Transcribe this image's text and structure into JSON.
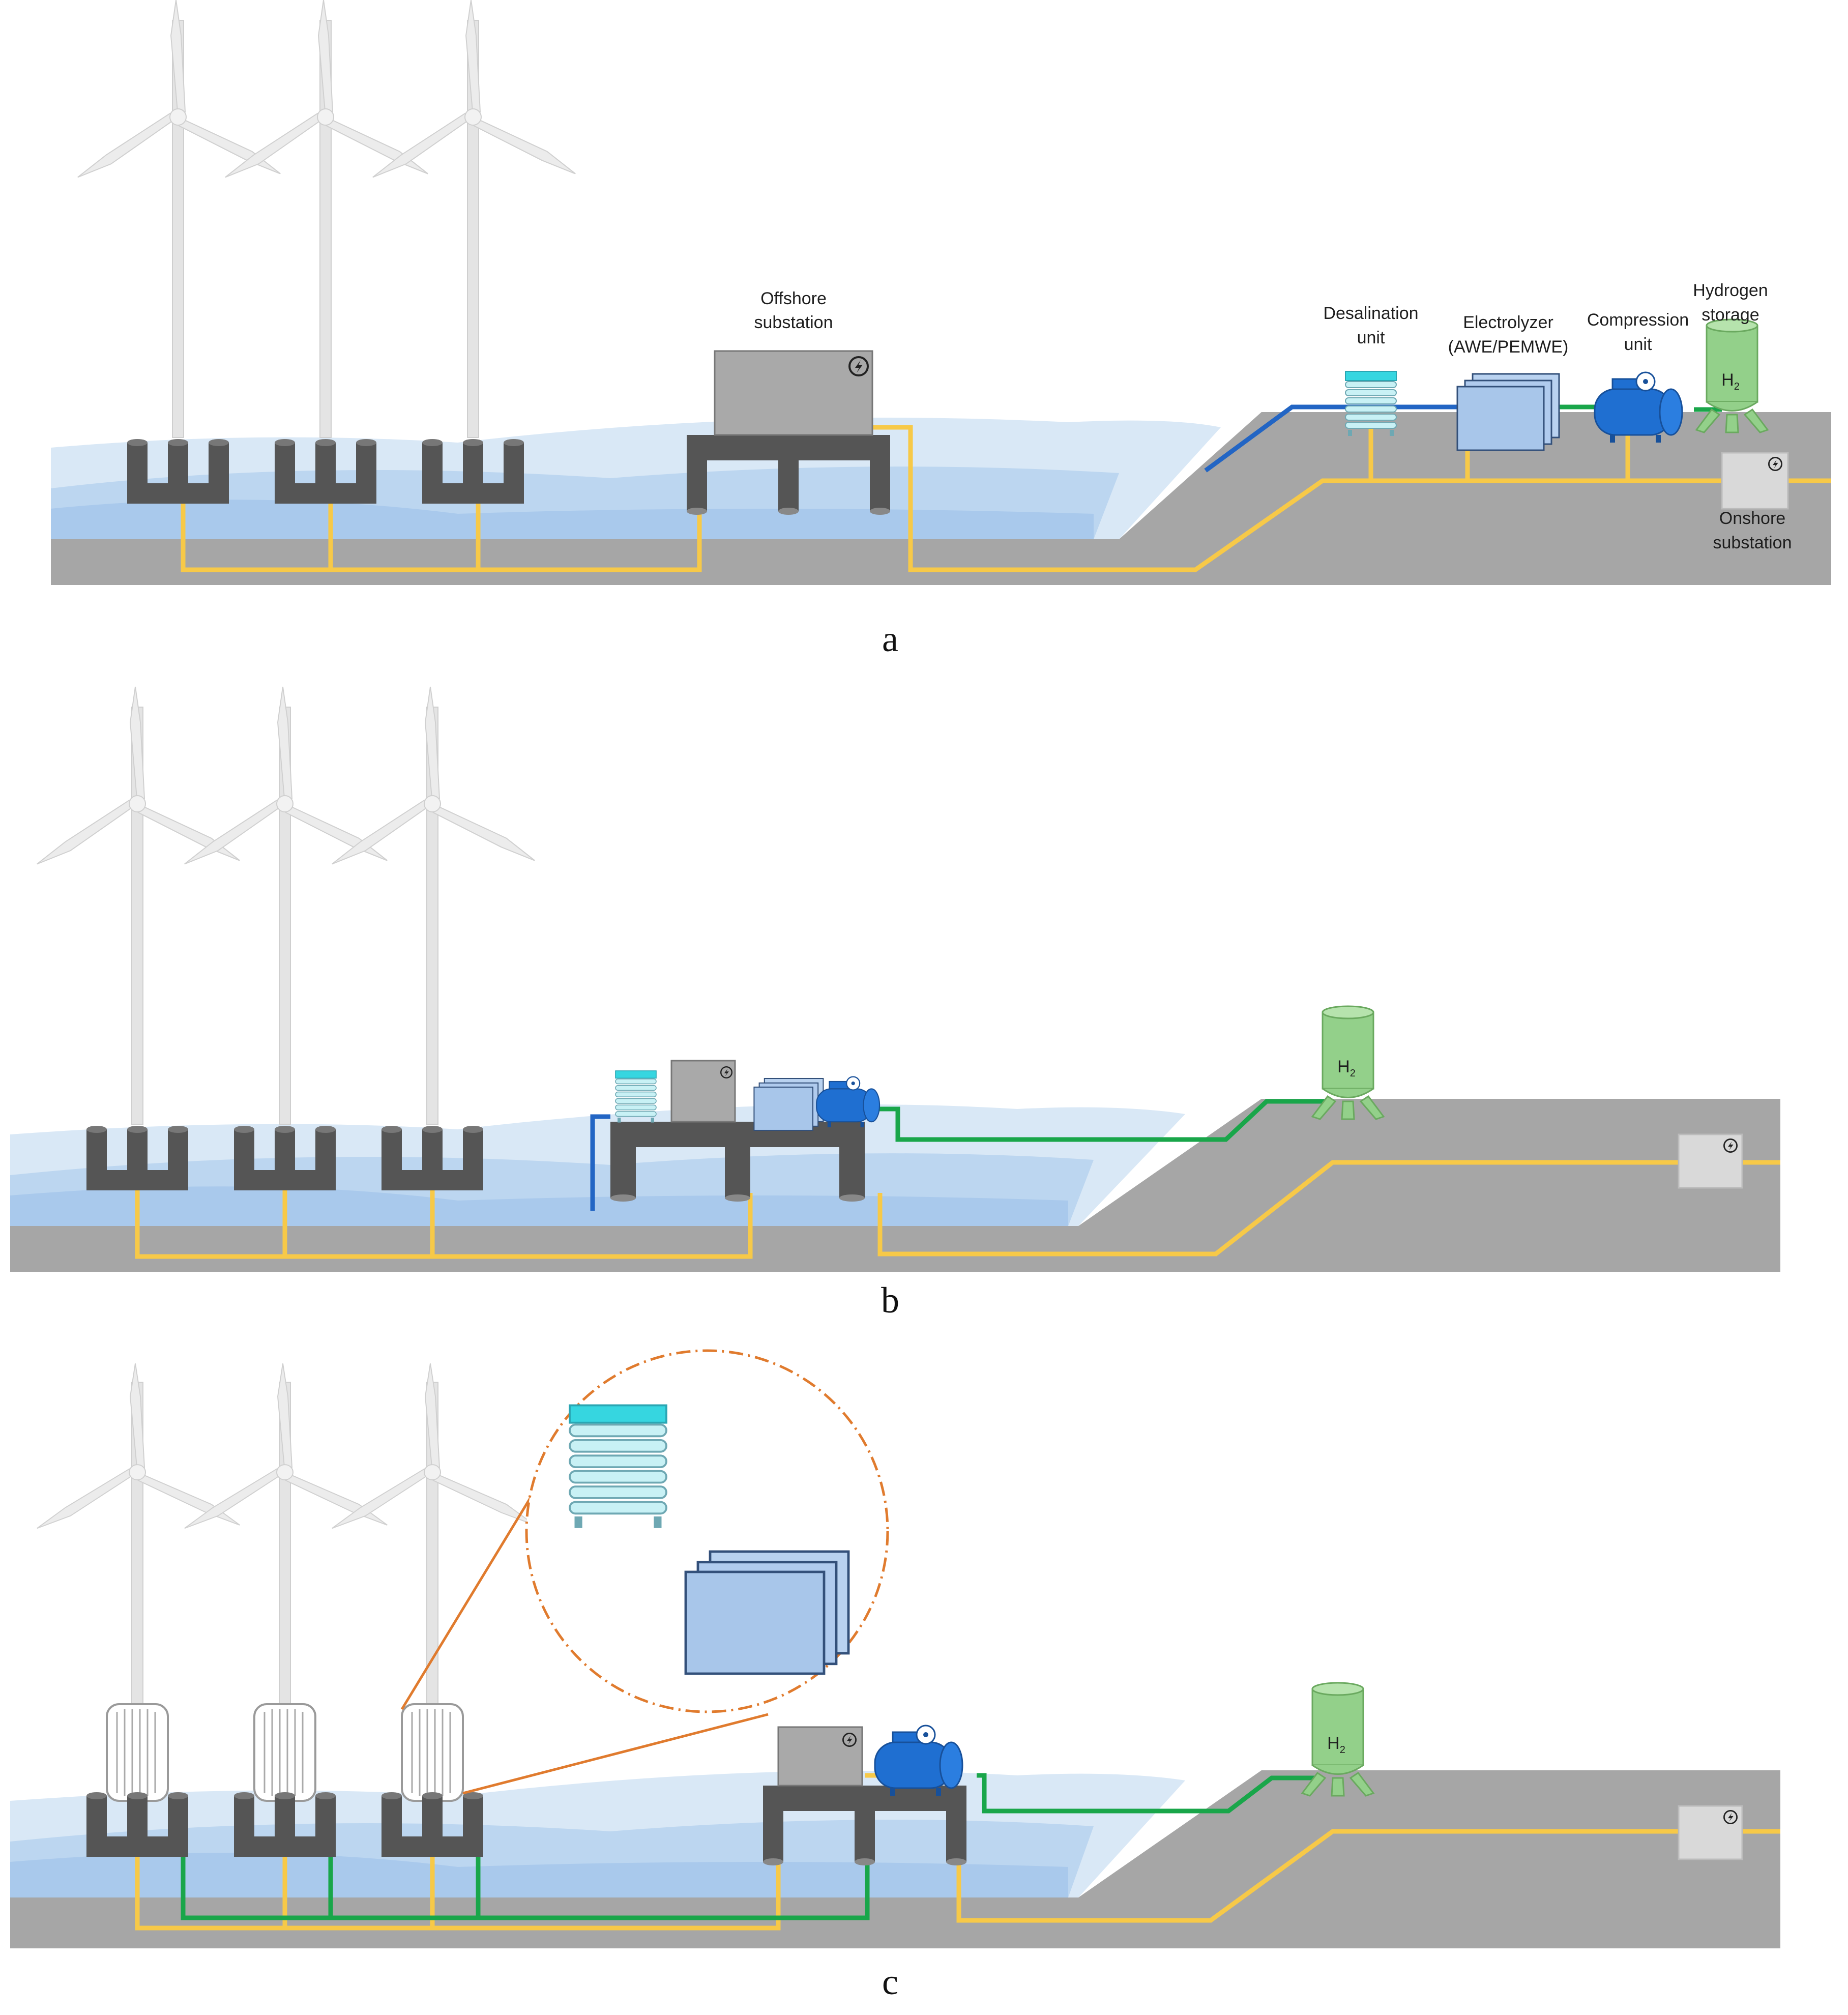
{
  "colors": {
    "ground": "#a6a6a6",
    "sea_light": "#d9e8f6",
    "sea_mid": "#bcd6f0",
    "sea_dark": "#a9c9ec",
    "foundation": "#555555",
    "cable_power": "#f7c948",
    "pipe_h2": "#19a64a",
    "pipe_water": "#2265c4",
    "substation": "#a9a9a9",
    "onshore_substation": "#d9d9d9",
    "electrolyzer": "#a8c6ea",
    "compressor": "#1f6fd1",
    "desalination": "#36d6e0",
    "h2_tank": "#93d08a",
    "turbine": "#e7e7e7",
    "zoom_circle": "#e07b2e"
  },
  "icons": [
    "wind-turbine-icon",
    "lightning-bolt-icon",
    "h2-tank-icon",
    "compressor-icon",
    "desalination-unit-icon",
    "electrolyzer-icon"
  ],
  "panel_a": {
    "caption": "a",
    "labels": {
      "offshore_substation_l1": "Offshore",
      "offshore_substation_l2": "substation",
      "desalination_l1": "Desalination",
      "desalination_l2": "unit",
      "electrolyzer_l1": "Electrolyzer",
      "electrolyzer_l2": "(AWE/PEMWE)",
      "compression_l1": "Compression",
      "compression_l2": "unit",
      "storage_l1": "Hydrogen",
      "storage_l2": "storage",
      "onshore_l1": "Onshore",
      "onshore_l2": "substation",
      "h2_main": "H",
      "h2_sub": "2"
    }
  },
  "panel_b": {
    "caption": "b",
    "h2_main": "H",
    "h2_sub": "2"
  },
  "panel_c": {
    "caption": "c",
    "h2_main": "H",
    "h2_sub": "2"
  }
}
